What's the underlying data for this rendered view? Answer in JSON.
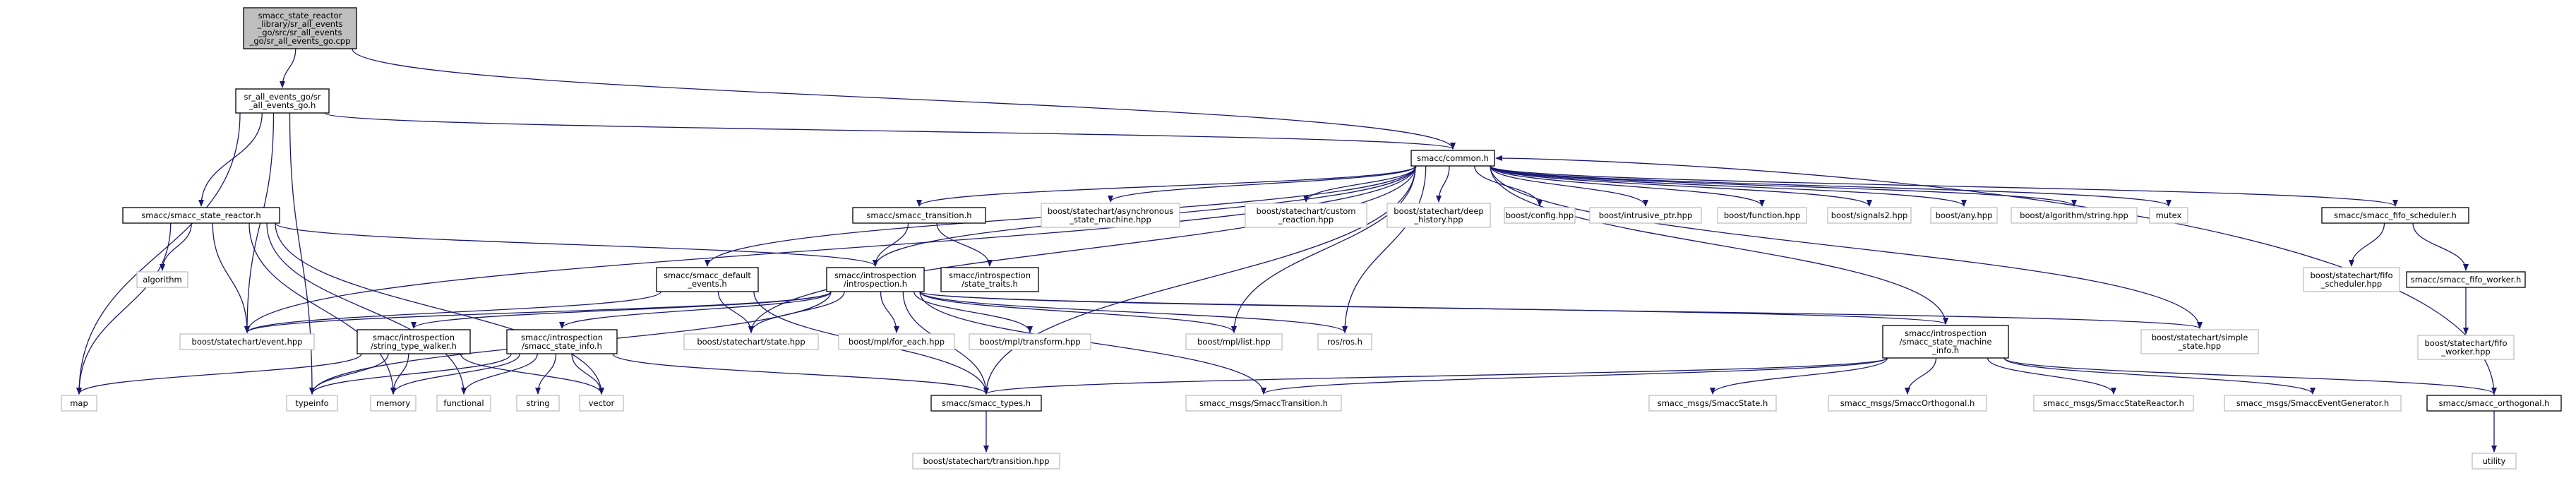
{
  "colors": {
    "edge": "#191970",
    "node_border_dark": "#000000",
    "node_border_light": "#bfbfbf",
    "node_fill": "#ffffff",
    "root_fill": "#bfbfbf"
  },
  "nodes": {
    "root": [
      "smacc_state_reactor",
      "_library/sr_all_events",
      "_go/src/sr_all_events",
      "_go/sr_all_events_go.cpp"
    ],
    "sr_all_events_go_h": [
      "sr_all_events_go/sr",
      "_all_events_go.h"
    ],
    "common_h": [
      "smacc/common.h"
    ],
    "state_reactor_h": [
      "smacc/smacc_state_reactor.h"
    ],
    "transition_h": [
      "smacc/smacc_transition.h"
    ],
    "fifo_scheduler_h": [
      "smacc/smacc_fifo_scheduler.h"
    ],
    "async_sm": [
      "boost/statechart/asynchronous",
      "_state_machine.hpp"
    ],
    "custom_reaction": [
      "boost/statechart/custom",
      "_reaction.hpp"
    ],
    "deep_history": [
      "boost/statechart/deep",
      "_history.hpp"
    ],
    "config": [
      "boost/config.hpp"
    ],
    "intrusive_ptr": [
      "boost/intrusive_ptr.hpp"
    ],
    "function": [
      "boost/function.hpp"
    ],
    "signals2": [
      "boost/signals2.hpp"
    ],
    "any": [
      "boost/any.hpp"
    ],
    "algo_string": [
      "boost/algorithm/string.hpp"
    ],
    "mutex": [
      "mutex"
    ],
    "fifo_sched_hpp": [
      "boost/statechart/fifo",
      "_scheduler.hpp"
    ],
    "fifo_worker_h": [
      "smacc/smacc_fifo_worker.h"
    ],
    "fifo_worker_hpp": [
      "boost/statechart/fifo",
      "_worker.hpp"
    ],
    "default_events": [
      "smacc/smacc_default",
      "_events.h"
    ],
    "introspection": [
      "smacc/introspection",
      "/introspection.h"
    ],
    "state_traits": [
      "smacc/introspection",
      "/state_traits.h"
    ],
    "algorithm": [
      "algorithm"
    ],
    "event_hpp": [
      "boost/statechart/event.hpp"
    ],
    "state_hpp": [
      "boost/statechart/state.hpp"
    ],
    "for_each": [
      "boost/mpl/for_each.hpp"
    ],
    "mpl_transform": [
      "boost/mpl/transform.hpp"
    ],
    "mpl_list": [
      "boost/mpl/list.hpp"
    ],
    "ros_h": [
      "ros/ros.h"
    ],
    "sm_info": [
      "smacc/introspection",
      "/smacc_state_machine",
      "_info.h"
    ],
    "simple_state": [
      "boost/statechart/simple",
      "_state.hpp"
    ],
    "type_walker": [
      "smacc/introspection",
      "/string_type_walker.h"
    ],
    "state_info": [
      "smacc/introspection",
      "/smacc_state_info.h"
    ],
    "map": [
      "map"
    ],
    "typeinfo": [
      "typeinfo"
    ],
    "memory": [
      "memory"
    ],
    "functional": [
      "functional"
    ],
    "string": [
      "string"
    ],
    "vector": [
      "vector"
    ],
    "types_h": [
      "smacc/smacc_types.h"
    ],
    "transition_hpp": [
      "boost/statechart/transition.hpp"
    ],
    "msg_transition": [
      "smacc_msgs/SmaccTransition.h"
    ],
    "msg_state": [
      "smacc_msgs/SmaccState.h"
    ],
    "msg_orthogonal": [
      "smacc_msgs/SmaccOrthogonal.h"
    ],
    "msg_state_reactor": [
      "smacc_msgs/SmaccStateReactor.h"
    ],
    "msg_event_gen": [
      "smacc_msgs/SmaccEventGenerator.h"
    ],
    "orthogonal_h": [
      "smacc/smacc_orthogonal.h"
    ],
    "utility": [
      "utility"
    ]
  }
}
